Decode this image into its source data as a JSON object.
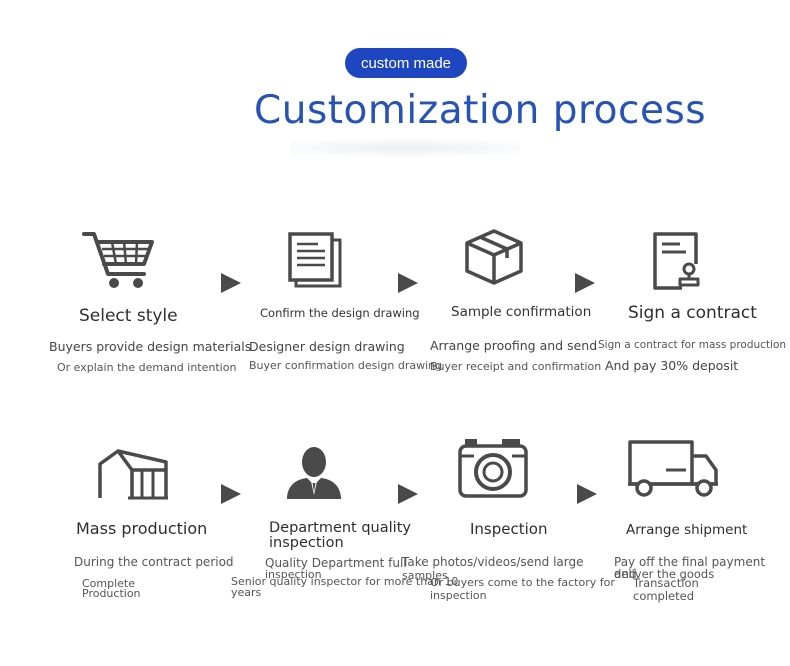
{
  "badge": "custom made",
  "title": "Customization process",
  "row1": [
    {
      "heading": "Select style",
      "line1": "Buyers provide design materials",
      "line2": "Or explain the demand intention",
      "icon": "shopping-cart-icon"
    },
    {
      "heading": "Confirm the design drawing",
      "line1": "Designer design drawing",
      "line2": "Buyer confirmation design drawing",
      "icon": "document-icon"
    },
    {
      "heading": "Sample confirmation",
      "line1": "Arrange proofing and send",
      "line2": "Buyer receipt and confirmation",
      "icon": "box-icon"
    },
    {
      "heading": "Sign a contract",
      "line1": "Sign a contract for mass production",
      "line2": "And pay 30% deposit",
      "icon": "contract-stamp-icon"
    }
  ],
  "row2": [
    {
      "heading": "Mass production",
      "line1": "During the contract period",
      "line2a": "Complete",
      "line2b": "Production",
      "icon": "factory-icon"
    },
    {
      "heading_a": "Department quality",
      "heading_b": "inspection",
      "line1a": "Quality Department full",
      "line1b": "inspection",
      "line2a": "Senior quality inspector for more than 10",
      "line2b": "years",
      "icon": "inspector-person-icon"
    },
    {
      "heading": "Inspection",
      "line1a": "Take photos/videos/send large",
      "line1b": "samples",
      "line2a": "Or buyers come to the factory for",
      "line2b": "inspection",
      "icon": "camera-icon"
    },
    {
      "heading": "Arrange shipment",
      "line1a": "Pay off the final payment and",
      "line1b": "deliver the goods",
      "line2a": "Transaction",
      "line2b": "completed",
      "icon": "delivery-truck-icon"
    }
  ],
  "colors": {
    "accent": "#1e46c0",
    "title": "#2753b4",
    "icon": "#4a4a4a"
  }
}
